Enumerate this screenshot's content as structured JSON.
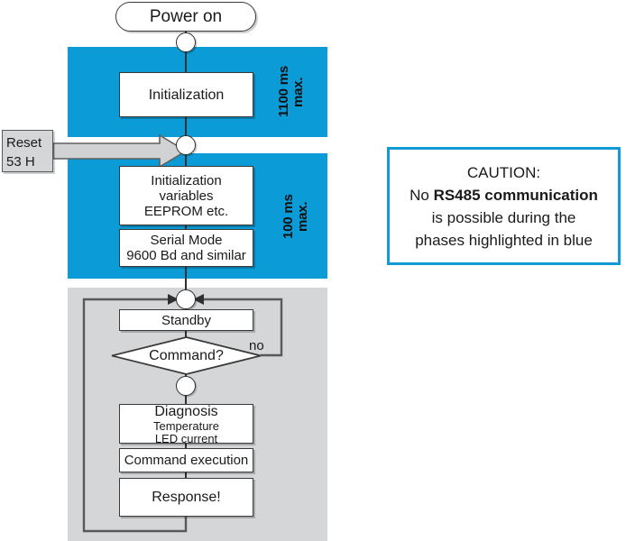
{
  "diagram": {
    "title_terminal": "Power on",
    "phase_bands": [
      {
        "id": "band-1100ms",
        "label": "1100 ms\nmax.",
        "color": "#0b9bd6"
      },
      {
        "id": "band-100ms",
        "label": "100 ms\nmax.",
        "color": "#0b9bd6"
      },
      {
        "id": "band-loop",
        "label": "",
        "color": "#d4d6d8"
      }
    ],
    "boxes": {
      "initialization": {
        "line1": "Initialization"
      },
      "init_variables": {
        "line1": "Initialization",
        "line2": "variables",
        "line3": "EEPROM etc."
      },
      "serial_mode": {
        "line1": "Serial Mode",
        "line2": "9600 Bd and similar"
      },
      "standby": {
        "line1": "Standby"
      },
      "decision": {
        "label": "Command?",
        "branch_no": "no"
      },
      "diagnosis": {
        "line1": "Diagnosis",
        "line2": "Temperature",
        "line3": "LED current"
      },
      "command_execution": {
        "line1": "Command execution"
      },
      "response": {
        "line1": "Response!"
      }
    },
    "reset": {
      "line1": "Reset",
      "line2": "53 H"
    },
    "caution": {
      "heading": "CAUTION:",
      "line2_prefix": "No ",
      "line2_bold": "RS485 communication",
      "line3": "is possible during the",
      "line4": "phases highlighted in blue",
      "border_color": "#129ad8"
    }
  }
}
